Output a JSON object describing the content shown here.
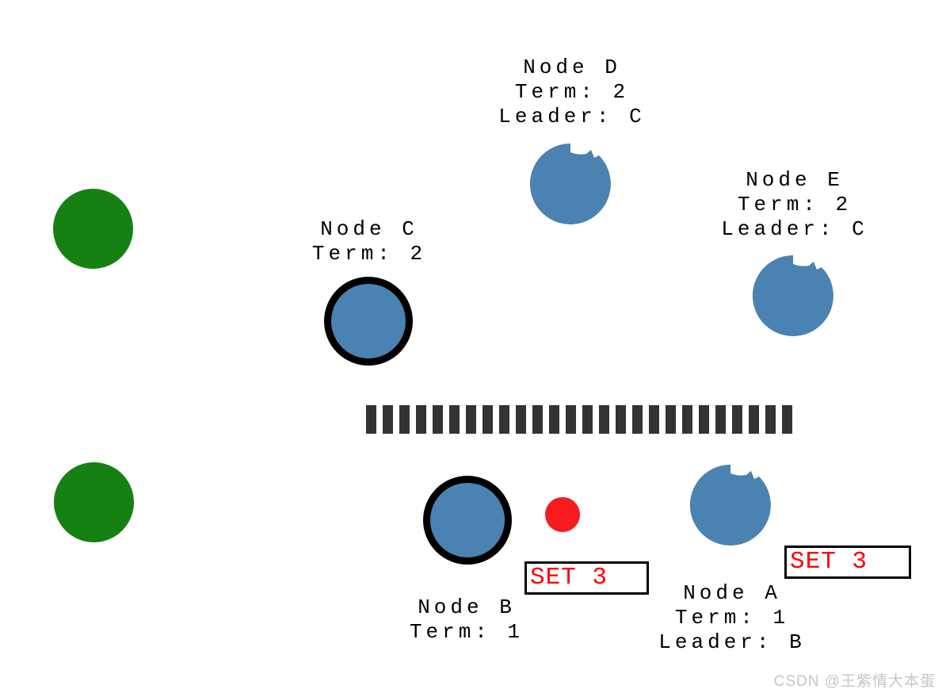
{
  "colors": {
    "background": "#ffffff",
    "node_fill": "#4a82b2",
    "leader_ring": "#000000",
    "observer_fill": "#178013",
    "message_fill": "#f61b1e",
    "partition_bar": "#333333",
    "command_text": "#fe0000",
    "command_border": "#000000",
    "label_text": "#000000",
    "watermark_text": "#c6c6c6"
  },
  "nodes": {
    "d": {
      "role": "follower",
      "lines": [
        "Node D",
        "Term: 2",
        "Leader: C"
      ]
    },
    "e": {
      "role": "follower",
      "lines": [
        "Node E",
        "Term: 2",
        "Leader: C"
      ]
    },
    "c": {
      "role": "leader",
      "lines": [
        "Node C",
        "Term: 2"
      ]
    },
    "b": {
      "role": "leader",
      "lines": [
        "Node B",
        "Term: 1"
      ]
    },
    "a": {
      "role": "follower",
      "lines": [
        "Node A",
        "Term: 1",
        "Leader: B"
      ]
    }
  },
  "observers": {
    "count": 2
  },
  "commands": {
    "near_node_b": {
      "label": "SET 3"
    },
    "near_node_a": {
      "label": "SET 3"
    }
  },
  "watermark": {
    "text": "CSDN @王紫情大本蛋"
  }
}
